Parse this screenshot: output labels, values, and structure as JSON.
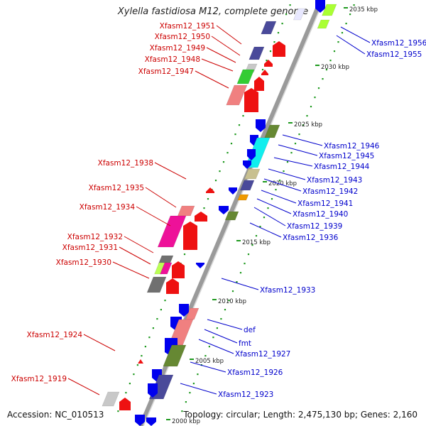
{
  "title": "Xylella fastidiosa M12, complete genome",
  "footer": {
    "accession": "Accession: NC_010513",
    "summary": "Topology: circular; Length: 2,475,130 bp; Genes: 2,160"
  },
  "colors": {
    "forward_label": "#cc0000",
    "reverse_label": "#0000cc",
    "backbone": "#9a9a9a",
    "tick": "#1f9a1f"
  },
  "ticks": [
    "2035 kbp",
    "2030 kbp",
    "2025 kbp",
    "2020 kbp",
    "2015 kbp",
    "2010 kbp",
    "2005 kbp",
    "2000 kbp"
  ],
  "forward_genes": [
    "Xfasm12_1951",
    "Xfasm12_1950",
    "Xfasm12_1949",
    "Xfasm12_1948",
    "Xfasm12_1947",
    "Xfasm12_1938",
    "Xfasm12_1935",
    "Xfasm12_1934",
    "Xfasm12_1932",
    "Xfasm12_1931",
    "Xfasm12_1930",
    "Xfasm12_1924",
    "Xfasm12_1919"
  ],
  "reverse_genes": [
    "Xfasm12_1956",
    "Xfasm12_1955",
    "Xfasm12_1946",
    "Xfasm12_1945",
    "Xfasm12_1944",
    "Xfasm12_1943",
    "Xfasm12_1942",
    "Xfasm12_1941",
    "Xfasm12_1940",
    "Xfasm12_1939",
    "Xfasm12_1936",
    "Xfasm12_1933",
    "def",
    "fmt",
    "Xfasm12_1927",
    "Xfasm12_1926",
    "Xfasm12_1923"
  ]
}
